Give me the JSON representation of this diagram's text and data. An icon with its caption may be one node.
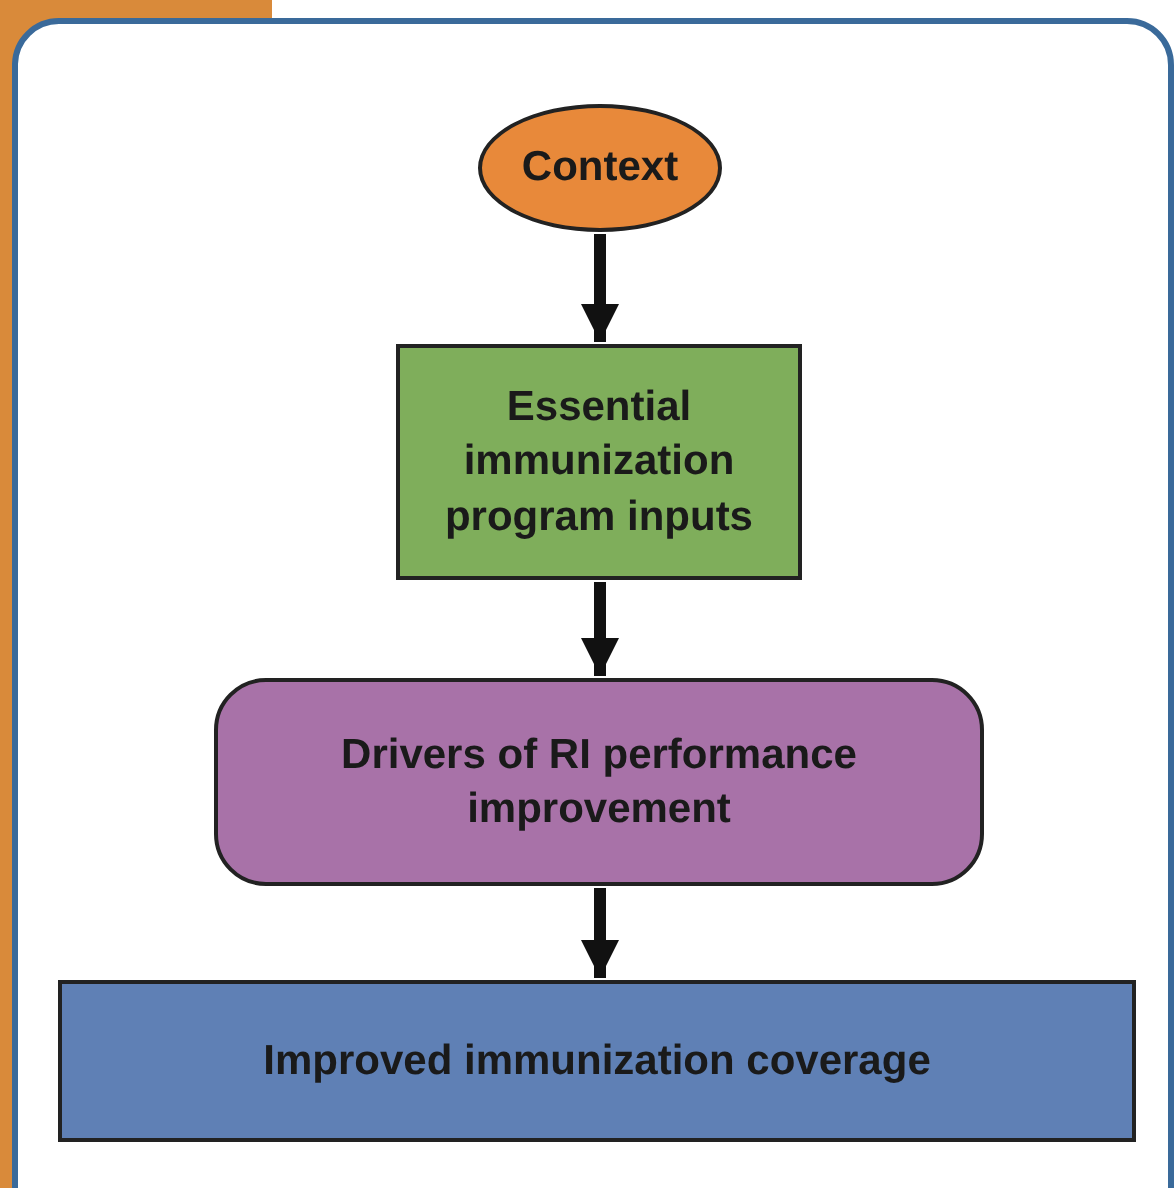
{
  "diagram": {
    "nodes": [
      {
        "text": [
          "Context"
        ]
      },
      {
        "text": [
          "Essential immunization program inputs"
        ]
      },
      {
        "text": [
          "Drivers of RI performance improvement"
        ]
      },
      {
        "text": [
          "Improved immunization coverage"
        ]
      }
    ],
    "edges": [
      {
        "from": 0,
        "to": 1,
        "arrow": "to"
      },
      {
        "from": 1,
        "to": 2,
        "arrow": "to"
      },
      {
        "from": 2,
        "to": 3,
        "arrow": "to"
      }
    ]
  }
}
